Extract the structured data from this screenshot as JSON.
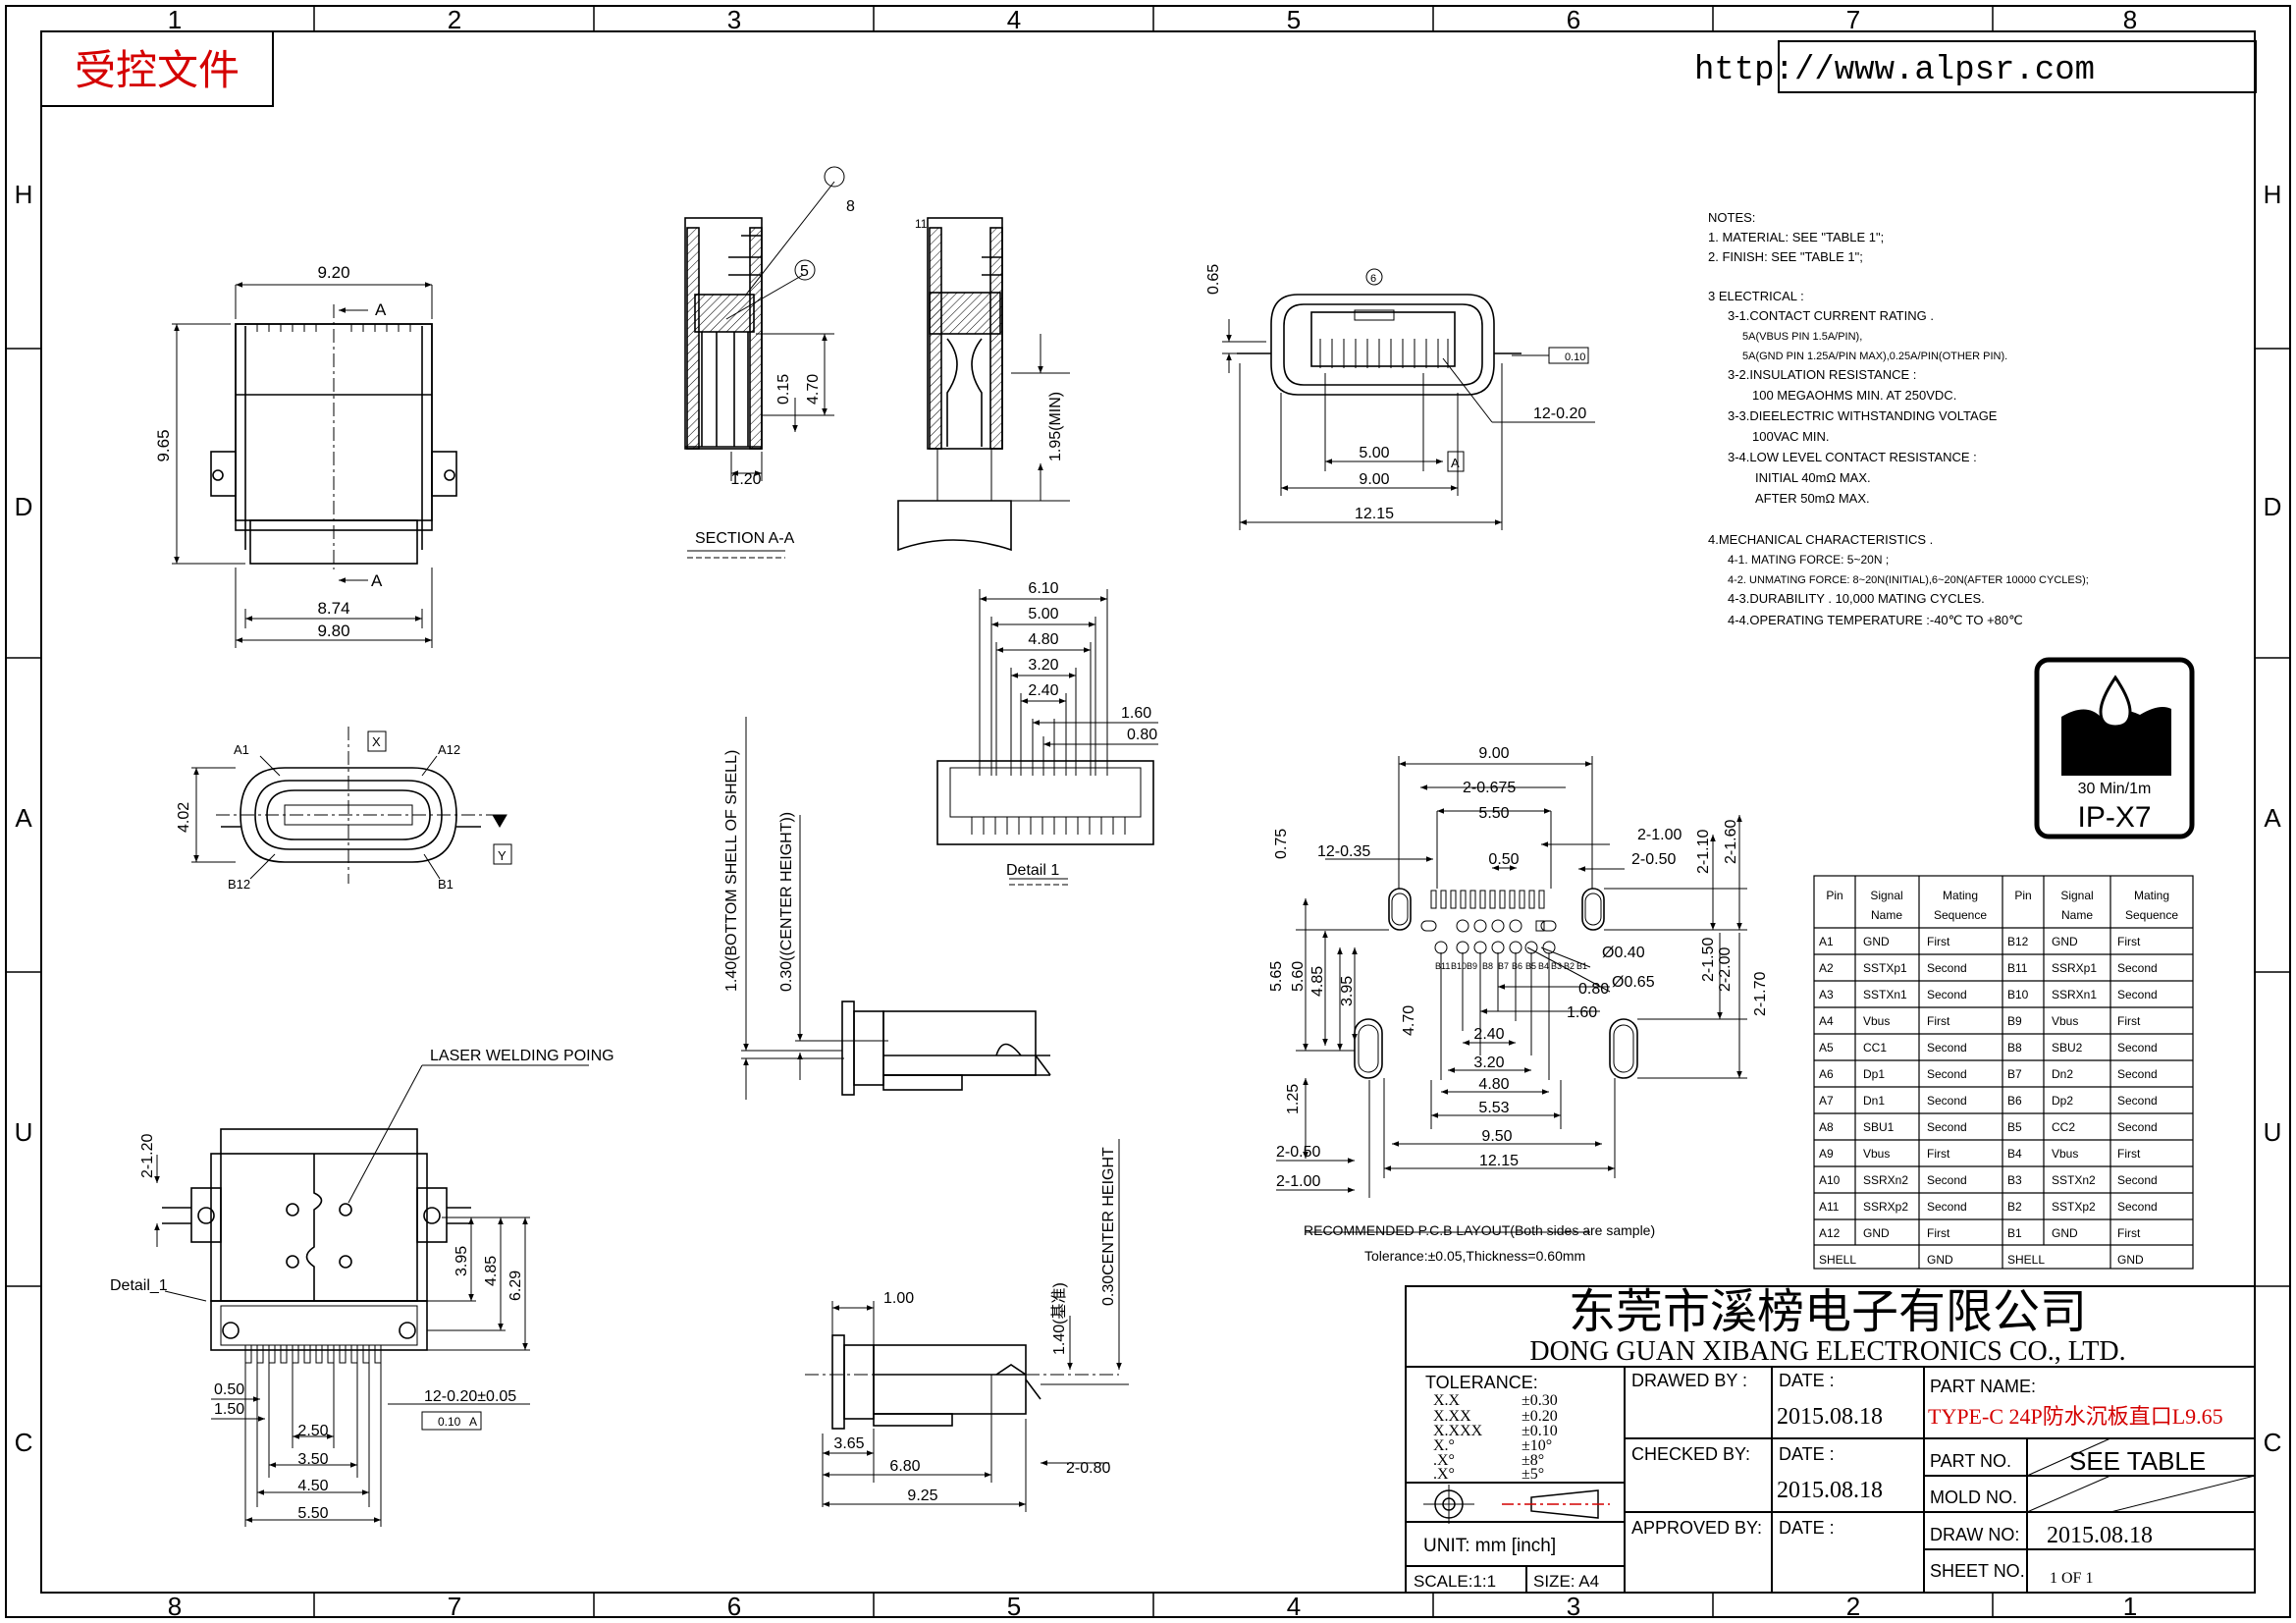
{
  "sheet": {
    "stamp": "受控文件",
    "url": "http://www.alpsr.com",
    "zone_cols_top": [
      "1",
      "2",
      "3",
      "4",
      "5",
      "6",
      "7",
      "8"
    ],
    "zone_cols_bottom": [
      "8",
      "7",
      "6",
      "5",
      "4",
      "3",
      "2",
      "1"
    ],
    "zone_rows": [
      "H",
      "D",
      "A",
      "U",
      "C"
    ]
  },
  "top_view": {
    "w_top": "9.20",
    "h_left": "9.65",
    "w_b1": "8.74",
    "w_b2": "9.80",
    "sec_a_top": "A",
    "sec_a_bot": "A"
  },
  "section": {
    "title": "SECTION A-A",
    "balloon8": "8",
    "balloon5": "5",
    "balloon11": "11",
    "d_015": "0.15",
    "d_470": "4.70",
    "d_120": "1.20",
    "d_195": "1.95(MIN)"
  },
  "front_view": {
    "d_065": "0.65",
    "d_12020": "12-0.20",
    "d_500": "5.00",
    "d_900": "9.00",
    "d_1215": "12.15",
    "datum_a": "A",
    "tol": "0.10",
    "balloon": "6"
  },
  "face_view": {
    "a1": "A1",
    "a12": "A12",
    "b12": "B12",
    "b1": "B1",
    "x": "X",
    "y": "Y",
    "d_402": "4.02"
  },
  "detail1": {
    "title": "Detail 1",
    "d_610": "6.10",
    "d_500": "5.00",
    "d_480": "4.80",
    "d_320": "3.20",
    "d_240": "2.40",
    "d_160": "1.60",
    "d_080": "0.80"
  },
  "side_view": {
    "d_140": "1.40(BOTTOM SHELL OF SHELL)",
    "d_030": "0.30((CENTER HEIGHT))"
  },
  "bottom_view": {
    "laser": "LASER WELDING POING",
    "detail": "Detail_1",
    "d_2120": "2-1.20",
    "d_395": "3.95",
    "d_485": "4.85",
    "d_629": "6.29",
    "d_050": "0.50",
    "d_150": "1.50",
    "d_250": "2.50",
    "d_350": "3.50",
    "d_450": "4.50",
    "d_550": "5.50",
    "d_12020": "12-0.20±0.05",
    "tol": "0.10",
    "datum": "A"
  },
  "lower_side": {
    "d_100": "1.00",
    "d_365": "3.65",
    "d_680": "6.80",
    "d_925": "9.25",
    "d_2080": "2-0.80",
    "d_140": "1.40(基准)",
    "d_030": "0.30CENTER HEIGHT"
  },
  "pcb": {
    "title": "RECOMMENDED P.C.B LAYOUT(Both sides are sample)",
    "tolerance": "Tolerance:±0.05,Thickness=0.60mm",
    "d_900": "9.00",
    "d_20675": "2-0.675",
    "d_550": "5.50",
    "d_050": "0.50",
    "d_21235": "12-0.35",
    "d_075": "0.75",
    "d_2100": "2-1.00",
    "d_2050": "2-0.50",
    "d_2110": "2-1.10",
    "d_2160": "2-1.60",
    "d_040": "Ø0.40",
    "d_065": "Ø0.65",
    "d_080": "0.80",
    "d_160": "1.60",
    "d_240": "2.40",
    "d_320": "3.20",
    "d_480": "4.80",
    "d_553": "5.53",
    "d_950": "9.50",
    "d_1215": "12.15",
    "d_565": "5.65",
    "d_560": "5.60",
    "d_485": "4.85",
    "d_395": "3.95",
    "d_470": "4.70",
    "d_125": "1.25",
    "d_2050b": "2-0.50",
    "d_2100b": "2-1.00",
    "d_2150": "2-1.50",
    "d_2200": "2-2.00",
    "d_2170": "2-1.70",
    "pad_labels": [
      "B11",
      "B10",
      "B9",
      "B8",
      "B7",
      "B6",
      "B5",
      "B4",
      "B3",
      "B2",
      "B1"
    ]
  },
  "notes": {
    "lines": [
      "NOTES:",
      "1. MATERIAL: SEE \"TABLE 1\";",
      "2. FINISH: SEE \"TABLE 1\";",
      "",
      "3 ELECTRICAL :",
      "3-1.CONTACT CURRENT RATING .",
      "5A(VBUS PIN 1.5A/PIN),",
      "5A(GND PIN 1.25A/PIN MAX),0.25A/PIN(OTHER PIN).",
      "3-2.INSULATION RESISTANCE :",
      "100 MEGAOHMS MIN. AT 250VDC.",
      "3-3.DIEELECTRIC WITHSTANDING VOLTAGE",
      "100VAC MIN.",
      "3-4.LOW LEVEL CONTACT RESISTANCE :",
      "INITIAL 40mΩ MAX.",
      "AFTER 50mΩ MAX.",
      "",
      "4.MECHANICAL CHARACTERISTICS .",
      "4-1. MATING FORCE: 5~20N ;",
      "4-2. UNMATING FORCE: 8~20N(INITIAL),6~20N(AFTER 10000 CYCLES);",
      "4-3.DURABILITY . 10,000 MATING CYCLES.",
      "4-4.OPERATING TEMPERATURE :-40℃ TO +80℃"
    ]
  },
  "ip_badge": {
    "time": "30 Min/1m",
    "rating": "IP-X7"
  },
  "pin_table": {
    "headers": [
      "Pin",
      "Signal Name",
      "Mating Sequence",
      "Pin",
      "Signal Name",
      "Mating Sequence"
    ],
    "rows": [
      [
        "A1",
        "GND",
        "First",
        "B12",
        "GND",
        "First"
      ],
      [
        "A2",
        "SSTXp1",
        "Second",
        "B11",
        "SSRXp1",
        "Second"
      ],
      [
        "A3",
        "SSTXn1",
        "Second",
        "B10",
        "SSRXn1",
        "Second"
      ],
      [
        "A4",
        "Vbus",
        "First",
        "B9",
        "Vbus",
        "First"
      ],
      [
        "A5",
        "CC1",
        "Second",
        "B8",
        "SBU2",
        "Second"
      ],
      [
        "A6",
        "Dp1",
        "Second",
        "B7",
        "Dn2",
        "Second"
      ],
      [
        "A7",
        "Dn1",
        "Second",
        "B6",
        "Dp2",
        "Second"
      ],
      [
        "A8",
        "SBU1",
        "Second",
        "B5",
        "CC2",
        "Second"
      ],
      [
        "A9",
        "Vbus",
        "First",
        "B4",
        "Vbus",
        "First"
      ],
      [
        "A10",
        "SSRXn2",
        "Second",
        "B3",
        "SSTXn2",
        "Second"
      ],
      [
        "A11",
        "SSRXp2",
        "Second",
        "B2",
        "SSTXp2",
        "Second"
      ],
      [
        "A12",
        "GND",
        "First",
        "B1",
        "GND",
        "First"
      ],
      [
        "SHELL",
        "",
        "GND",
        "SHELL",
        "",
        "GND"
      ]
    ]
  },
  "title_block": {
    "company_cn": "东莞市溪榜电子有限公司",
    "company_en": "DONG GUAN XIBANG ELECTRONICS CO., LTD.",
    "tolerance_label": "TOLERANCE:",
    "tol_rows": [
      [
        "X.X",
        "±0.30"
      ],
      [
        "X.XX",
        "±0.20"
      ],
      [
        "X.XXX",
        "±0.10"
      ],
      [
        "X.°",
        "±10°"
      ],
      [
        ".X°",
        "±8°"
      ],
      [
        ".X°",
        "±5°"
      ]
    ],
    "unit": "UNIT:  mm  [inch]",
    "scale": "SCALE:1:1",
    "size": "SIZE: A4",
    "drawed_by": "DRAWED BY :",
    "checked_by": "CHECKED BY:",
    "approved_by": "APPROVED BY:",
    "date_label": "DATE :",
    "date1": "2015.08.18",
    "date2": "2015.08.18",
    "part_name_label": "PART NAME:",
    "part_name": "TYPE-C 24P防水沉板直口L9.65",
    "part_no_label": "PART NO.",
    "part_no": "SEE TABLE",
    "mold_no_label": "MOLD NO.",
    "mold_no": "",
    "draw_no_label": "DRAW NO:",
    "draw_no": "2015.08.18",
    "sheet_no_label": "SHEET NO.",
    "sheet_no": "1 OF 1"
  }
}
